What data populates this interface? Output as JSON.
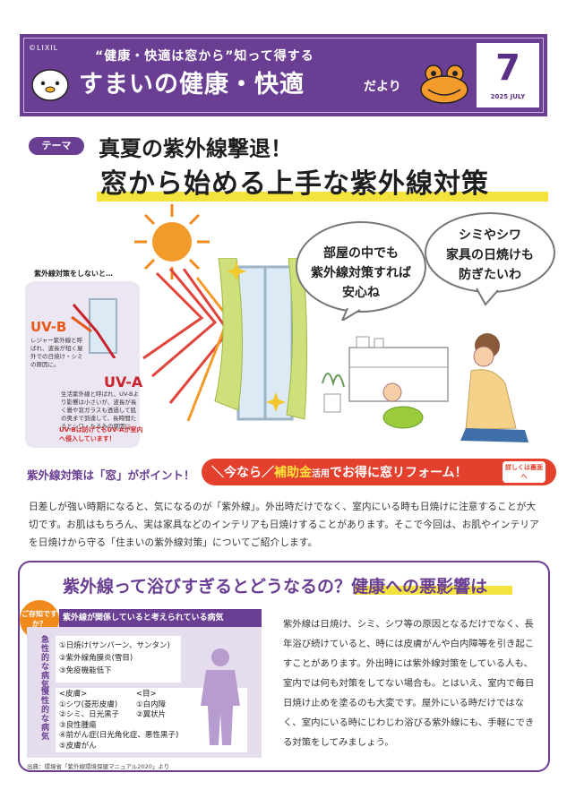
{
  "header": {
    "brand": "©LIXIL",
    "tagline": "“健康・快適は窓から”知って得する",
    "title_main": "すまいの健康・快適",
    "title_suffix": "だより",
    "issue_number": "7",
    "issue_date": "2025 JULY"
  },
  "theme": {
    "tag": "テーマ",
    "line1": "真夏の紫外線撃退！",
    "line2": "窓から始める上手な紫外線対策"
  },
  "bubbles": {
    "left": [
      "部屋の中でも",
      "紫外線対策すれば",
      "安心ね"
    ],
    "right": [
      "シミやシワ",
      "家具の日焼けも",
      "防ぎたいわ"
    ]
  },
  "uv_panel": {
    "caption": "紫外線対策をしないと…",
    "uvb_label": "UV-B",
    "uvb_desc": "レジャー紫外線と呼ばれ、波長が短く屋外での日焼け・シミの原因に。",
    "uva_label": "UV-A",
    "uva_desc": "生活紫外線と呼ばれ、UV-Bより影響は小さいが、波長が長く曇や窓ガラスも透過して肌の奥まで到達して、長時間たるとシワ・たるみの原因に。",
    "warning": "UV-Bは防げてもUV-Aが室内へ侵入しています！"
  },
  "cta": {
    "left": "紫外線対策は「窓」がポイント！",
    "now": "＼今なら／",
    "subsidy": "補助金",
    "use": "活用",
    "rest": "でお得に窓リフォーム！",
    "more": "詳しくは裏面へ"
  },
  "intro": "日差しが強い時期になると、気になるのが「紫外線」。外出時だけでなく、室内にいる時も日焼けに注意することが大切です。お肌はもちろん、実は家具などのインテリアも日焼けすることがあります。そこで今回は、お肌やインテリアを日焼けから守る「住まいの紫外線対策」についてご紹介します。",
  "health": {
    "title_a": "紫外線って浴びすぎるとどうなるの？",
    "title_b": "健康への悪影響は",
    "know": "ご存知ですか？",
    "disease_head": "紫外線が関係していると考えられている病気",
    "acute_label": "急性的な病気",
    "acute": [
      "①日焼け(サンバーン、サンタン)",
      "②紫外線角膜炎(雪目)",
      "③免疫機能低下"
    ],
    "chronic_label": "慢性的な病気",
    "chronic_skin_head": "<皮膚>",
    "chronic_skin": [
      "①シワ(菱形皮膚)",
      "②シミ、日光黒子",
      "③良性腫瘍",
      "④前がん症(日光角化症、悪性黒子)",
      "⑤皮膚がん"
    ],
    "chronic_eye_head": "<目>",
    "chronic_eye": [
      "①白内障",
      "②翼状片"
    ],
    "source": "出典：環境省「紫外線環境保健マニュアル2020」より",
    "paragraph": "紫外線は日焼け、シミ、シワ等の原因となるだけでなく、長年浴び続けていると、時には皮膚がんや白内障等を引き起こすことがあります。外出時には紫外線対策をしている人も、室内では何も対策をしてない場合も。とはいえ、室内で毎日日焼け止めを塗るのも大変です。屋外にいる時だけではなく、室内にいる時にじわじわ浴びる紫外線にも、手軽にできる対策をしてみましょう。"
  },
  "colors": {
    "purple": "#6a3f93",
    "yellow": "#f4e33c",
    "red": "#e4402e",
    "orange": "#f08a1c"
  }
}
